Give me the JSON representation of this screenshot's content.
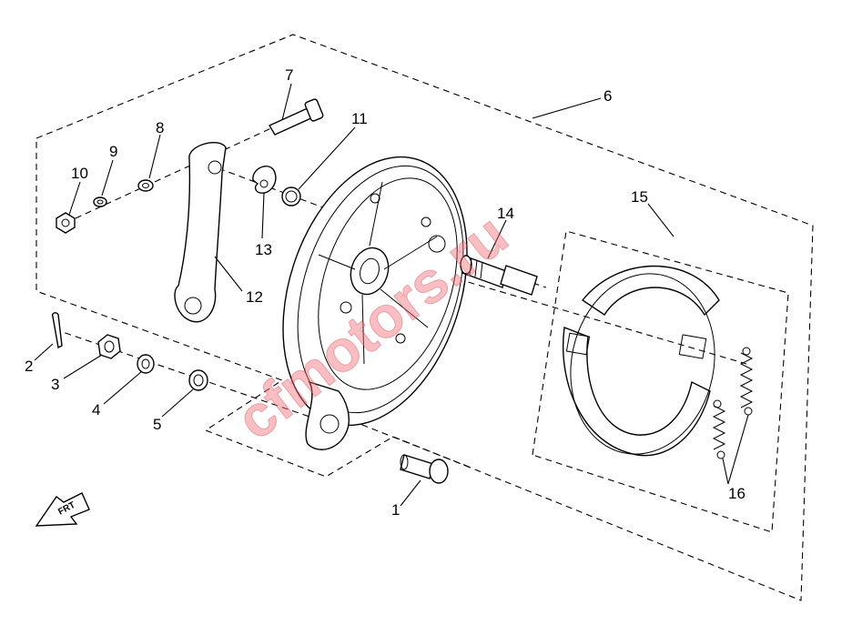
{
  "diagram": {
    "callouts": [
      {
        "id": "1",
        "text": "1"
      },
      {
        "id": "2",
        "text": "2"
      },
      {
        "id": "3",
        "text": "3"
      },
      {
        "id": "4",
        "text": "4"
      },
      {
        "id": "5",
        "text": "5"
      },
      {
        "id": "6",
        "text": "6"
      },
      {
        "id": "7",
        "text": "7"
      },
      {
        "id": "8",
        "text": "8"
      },
      {
        "id": "9",
        "text": "9"
      },
      {
        "id": "10",
        "text": "10"
      },
      {
        "id": "11",
        "text": "11"
      },
      {
        "id": "12",
        "text": "12"
      },
      {
        "id": "13",
        "text": "13"
      },
      {
        "id": "14",
        "text": "14"
      },
      {
        "id": "15",
        "text": "15"
      },
      {
        "id": "16",
        "text": "16"
      }
    ],
    "watermark": "cfmotors.ru",
    "direction_arrow_label": "FRT"
  }
}
